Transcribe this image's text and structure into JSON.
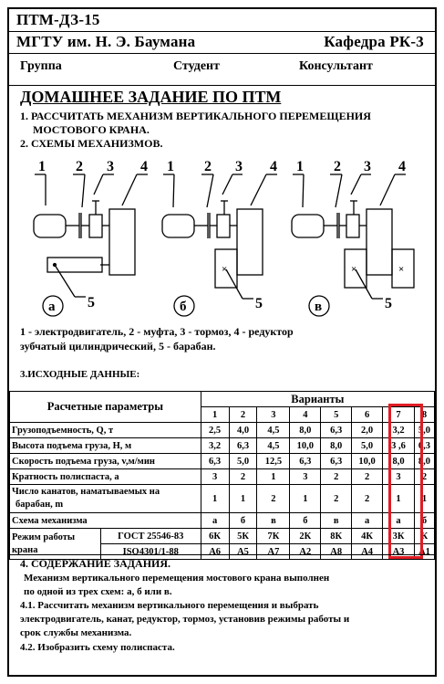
{
  "header": {
    "code": "ПТМ-ДЗ-15",
    "university": "МГТУ им. Н. Э. Баумана",
    "department": "Кафедра РК-3",
    "group_label": "Группа",
    "student_label": "Студент",
    "consultant_label": "Консультант"
  },
  "title": "ДОМАШНЕЕ ЗАДАНИЕ ПО ПТМ",
  "tasks": {
    "item1_line1": "1. РАССЧИТАТЬ МЕХАНИЗМ ВЕРТИКАЛЬНОГО ПЕРЕМЕЩЕНИЯ",
    "item1_line2": "МОСТОВОГО КРАНА.",
    "item2": "2. СХЕМЫ  МЕХАНИЗМОВ."
  },
  "schemes": {
    "numbers": [
      "1",
      "2",
      "3",
      "4",
      "5"
    ],
    "labels": [
      "а",
      "б",
      "в"
    ]
  },
  "legend": {
    "line1": "1 - электродвигатель, 2 - муфта, 3 - тормоз, 4 - редуктор",
    "line2": "зубчатый цилиндрический, 5  -  барабан."
  },
  "source_data_title": "3.ИСХОДНЫЕ ДАННЫЕ:",
  "table": {
    "param_header": "Расчетные параметры",
    "variants_header": "Варианты",
    "variants": [
      "1",
      "2",
      "3",
      "4",
      "5",
      "6",
      "7",
      "8"
    ],
    "rows": [
      {
        "label": "Грузоподъемность, Q, т",
        "values": [
          "2,5",
          "4,0",
          "4,5",
          "8,0",
          "6,3",
          "2,0",
          "3,2",
          "5,0"
        ]
      },
      {
        "label": "Высота подъема груза, Н, м",
        "values": [
          "3,2",
          "6,3",
          "4,5",
          "10,0",
          "8,0",
          "5,0",
          "3 ,6",
          "6,3"
        ]
      },
      {
        "label": "Скорость подъема груза, v,м/мин",
        "values": [
          "6,3",
          "5,0",
          "12,5",
          "6,3",
          "6,3",
          "10,0",
          "8,0",
          "8,0"
        ]
      },
      {
        "label": "Кратность полиспаста, а",
        "values": [
          "3",
          "2",
          "1",
          "3",
          "2",
          "2",
          "3",
          "2"
        ]
      },
      {
        "label_line1": "Число канатов, наматываемых на",
        "label_line2": "барабан, m",
        "values": [
          "1",
          "1",
          "2",
          "1",
          "2",
          "2",
          "1",
          "1"
        ]
      },
      {
        "label": "Схема механизма",
        "values": [
          "а",
          "б",
          "в",
          "б",
          "в",
          "а",
          "а",
          "б"
        ]
      }
    ],
    "mode_label_line1": "Режим работы",
    "mode_label_line2": "крана",
    "gost_label": "ГОСТ 25546-83",
    "gost_values": [
      "6К",
      "5К",
      "7К",
      "2К",
      "8К",
      "4К",
      "3К",
      "К"
    ],
    "iso_label": "ISO4301/1-88",
    "iso_values": [
      "А6",
      "А5",
      "А7",
      "А2",
      "А8",
      "А4",
      "А3",
      "А1"
    ]
  },
  "content": {
    "heading": "4. СОДЕРЖАНИЕ ЗАДАНИЯ.",
    "p1_line1": "Механизм вертикального перемещения мостового крана   выполнен",
    "p1_line2": "по одной из трех  схем: а, б или в.",
    "p2_line1": "4.1. Рассчитать механизм вертикального перемещения и выбрать",
    "p2_line2": "электродвигатель, канат, редуктор, тормоз, установив режимы работы и",
    "p2_line3": "срок службы механизма.",
    "p3": "4.2. Изобразить схему  полиспаста."
  },
  "highlight_color": "#e01c24"
}
